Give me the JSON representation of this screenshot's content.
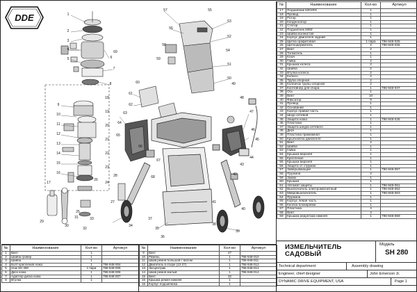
{
  "logo_text": "DDE",
  "callouts": [
    "1",
    "2",
    "3",
    "4",
    "5",
    "6",
    "7",
    "8",
    "9",
    "10",
    "11",
    "12",
    "13",
    "14",
    "15",
    "16",
    "17",
    "18",
    "19",
    "20",
    "21",
    "22",
    "23",
    "24",
    "25",
    "26",
    "27",
    "28",
    "29",
    "30",
    "31",
    "32",
    "33",
    "34",
    "35",
    "36",
    "37",
    "38",
    "39",
    "40",
    "41",
    "42",
    "43",
    "44",
    "45",
    "46",
    "47",
    "48",
    "49",
    "50",
    "51",
    "52",
    "53",
    "54",
    "55",
    "56",
    "57",
    "58",
    "59",
    "60",
    "61",
    "62",
    "63",
    "64",
    "65",
    "66",
    "67",
    "68",
    "69"
  ],
  "right_table": {
    "headers": [
      "№",
      "Наименование",
      "Кол-во",
      "Артикул"
    ],
    "rows": [
      [
        "17",
        "Подшипник 6201RS",
        "1",
        ""
      ],
      [
        "18",
        "Провод",
        "1",
        ""
      ],
      [
        "19",
        "Ротор",
        "1",
        ""
      ],
      [
        "20",
        "Конденсатор",
        "1",
        ""
      ],
      [
        "21",
        "Статор",
        "1",
        ""
      ],
      [
        "22",
        "Подшипник 608Z",
        "1",
        ""
      ],
      [
        "23",
        "Шайба волнистая",
        "1",
        ""
      ],
      [
        "24",
        "Корпус двигателя задний",
        "1",
        ""
      ],
      [
        "25",
        "Щетка графитовая",
        "1 пара",
        "796-948-025"
      ],
      [
        "26",
        "Щеткодержатель",
        "2",
        "796-948-026"
      ],
      [
        "27",
        "Винт",
        "2",
        ""
      ],
      [
        "28",
        "Толкатель",
        "1",
        ""
      ],
      [
        "29",
        "Ключ",
        "1",
        ""
      ],
      [
        "30",
        "Гайка",
        "2",
        ""
      ],
      [
        "31",
        "Крышка колеса",
        "2",
        ""
      ],
      [
        "32",
        "Шайба",
        "2",
        ""
      ],
      [
        "33",
        "Втулка колеса",
        "2",
        ""
      ],
      [
        "34",
        "Колесо",
        "2",
        ""
      ],
      [
        "35",
        "Труба опорная",
        "2",
        ""
      ],
      [
        "36",
        "Колпачок трубы опорной",
        "2",
        ""
      ],
      [
        "37",
        "Контейнер для сбора",
        "1",
        "796-948-037"
      ],
      [
        "38",
        "Ось",
        "1",
        ""
      ],
      [
        "39",
        "Винт",
        "10",
        ""
      ],
      [
        "40",
        "Фиксатор",
        "9",
        ""
      ],
      [
        "41",
        "Провод",
        "1",
        ""
      ],
      [
        "42",
        "Основание",
        "1",
        ""
      ],
      [
        "43",
        "Корпус правая часть",
        "1",
        ""
      ],
      [
        "44",
        "Шнур сетевой",
        "1",
        ""
      ],
      [
        "45",
        "Защита ножа",
        "1",
        "796-948-045"
      ],
      [
        "46",
        "Пластина",
        "1",
        ""
      ],
      [
        "47",
        "Защита шнура сетевого",
        "1",
        ""
      ],
      [
        "48",
        "Диск",
        "1",
        ""
      ],
      [
        "49",
        "Пластина прижимная",
        "1",
        ""
      ],
      [
        "50",
        "Крыльчатка двигателя",
        "1",
        ""
      ],
      [
        "51",
        "Винт",
        "2",
        ""
      ],
      [
        "52",
        "Шайба",
        "1",
        ""
      ],
      [
        "53",
        "Гайка",
        "1",
        ""
      ],
      [
        "54",
        "Крышка верхняя",
        "1",
        ""
      ],
      [
        "55",
        "Крепление",
        "1",
        ""
      ],
      [
        "56",
        "Крышка верхняя",
        "1",
        ""
      ],
      [
        "56",
        "Защита от стружки",
        "1",
        ""
      ],
      [
        "57",
        "Заверывающие",
        "1",
        "796-948-057"
      ],
      [
        "58",
        "Пружина",
        "2",
        ""
      ],
      [
        "59",
        "Замок",
        "1",
        ""
      ],
      [
        "60",
        "Крышка",
        "1",
        ""
      ],
      [
        "61",
        "Автомат защиты",
        "1",
        "796-948-061"
      ],
      [
        "62",
        "Выключатель электромагнитный",
        "1",
        "796-948-062"
      ],
      [
        "63",
        "Микровыключатель",
        "1",
        "796-948-063"
      ],
      [
        "64",
        "Пружина",
        "1",
        ""
      ],
      [
        "65",
        "Корпус левая часть",
        "1",
        ""
      ],
      [
        "66",
        "Кнопка блокировки",
        "1",
        ""
      ],
      [
        "67",
        "Пластина",
        "4",
        ""
      ],
      [
        "68",
        "Винт",
        "4",
        ""
      ],
      [
        "69",
        "Крышка редуктора нижняя",
        "1",
        "796-948-069"
      ]
    ]
  },
  "bottom_left_table": {
    "headers": [
      "№",
      "Наименование",
      "Кол-во",
      "Артикул"
    ],
    "rows": [
      [
        "1",
        "Винт",
        "1",
        ""
      ],
      [
        "2",
        "Шайба гровер",
        "1",
        ""
      ],
      [
        "3",
        "Шайба",
        "1",
        ""
      ],
      [
        "4",
        "Болт крепления ножа",
        "1",
        "796-948-004"
      ],
      [
        "5",
        "Нож SH 280",
        "1 пара",
        "796-948-005"
      ],
      [
        "6",
        "Диск ножа",
        "1",
        "796-948-006"
      ],
      [
        "7",
        "Адаптер диска ножа",
        "1",
        "796-948-007"
      ],
      [
        "8",
        "Втулка",
        "1",
        ""
      ]
    ]
  },
  "bottom_mid_table": {
    "headers": [
      "№",
      "Наименование",
      "Кол-во",
      "Артикул"
    ],
    "rows": [
      [
        "9",
        "Винт",
        "27",
        ""
      ],
      [
        "10",
        "Ремень",
        "1",
        "796-948-010"
      ],
      [
        "11",
        "Шкив ремня большой с валом",
        "1",
        "796-948-011"
      ],
      [
        "12",
        "Двигатель в сборе (12-27)",
        "1",
        "796-948-012"
      ],
      [
        "13",
        "Эксцентрик",
        "1",
        "796-948-013"
      ],
      [
        "14",
        "Шкив ремня малый",
        "1",
        "796-948-014"
      ],
      [
        "15",
        "Винт",
        "32",
        ""
      ],
      [
        "16",
        "Крышка ремня нижняя",
        "1",
        ""
      ],
      [
        "16",
        "Корпус подшипника",
        "1",
        ""
      ]
    ]
  },
  "title_block": {
    "title_line1": "ИЗМЕЛЬЧИТЕЛЬ",
    "title_line2": "САДОВЫЙ",
    "model_label": "Модель",
    "model": "SH 280",
    "department": "Technical department",
    "drawing_type": "Assembly drawing",
    "role": "Engineer, chief designer",
    "person": "John Emerson Jr.",
    "company": "DYNAMIC DRIVE EQUIPMENT, USA",
    "page": "Page 1"
  },
  "colors": {
    "line": "#222222",
    "accent": "#111111",
    "part_fill": "#e8e8e8",
    "dark_part": "#3a3a3a"
  }
}
